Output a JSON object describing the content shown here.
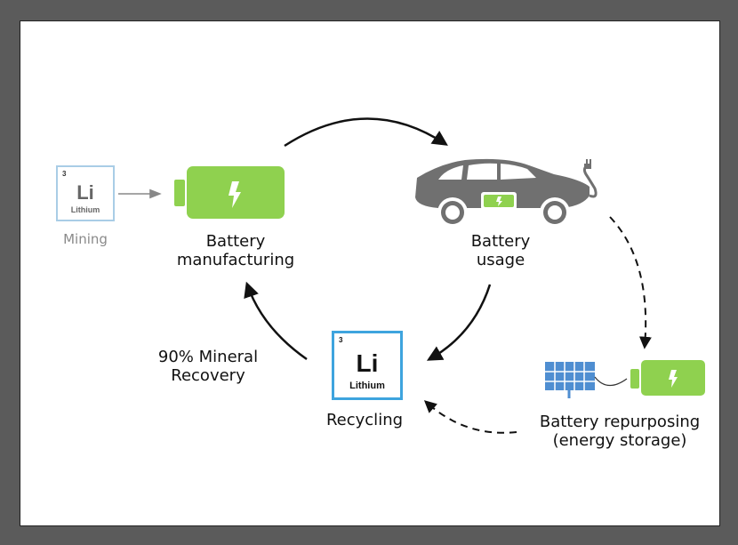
{
  "colors": {
    "battery_green": "#8fd14f",
    "car_gray": "#707070",
    "element_blue_light": "#a9cde6",
    "element_blue": "#3ea4de",
    "panel_blue": "#4f8ed1",
    "arrow": "#111111"
  },
  "stages": {
    "mining": {
      "label": "Mining"
    },
    "manufacturing": {
      "label_line1": "Battery",
      "label_line2": "manufacturing"
    },
    "usage": {
      "label_line1": "Battery",
      "label_line2": "usage"
    },
    "repurposing": {
      "label_line1": "Battery repurposing",
      "label_line2": "(energy storage)"
    },
    "recycling": {
      "label": "Recycling"
    },
    "recovery": {
      "label_line1": "90% Mineral",
      "label_line2": "Recovery"
    }
  },
  "element_mining": {
    "number": "3",
    "symbol": "Li",
    "name": "Lithium"
  },
  "element_recycling": {
    "number": "3",
    "symbol": "Li",
    "name": "Lithium"
  },
  "icons": {
    "mining_element": "lithium-element-tile",
    "manufacturing": "battery-bolt-icon",
    "usage": "electric-car-icon",
    "repurposing": "solar-panel-battery-icon",
    "recycling": "lithium-element-tile"
  }
}
